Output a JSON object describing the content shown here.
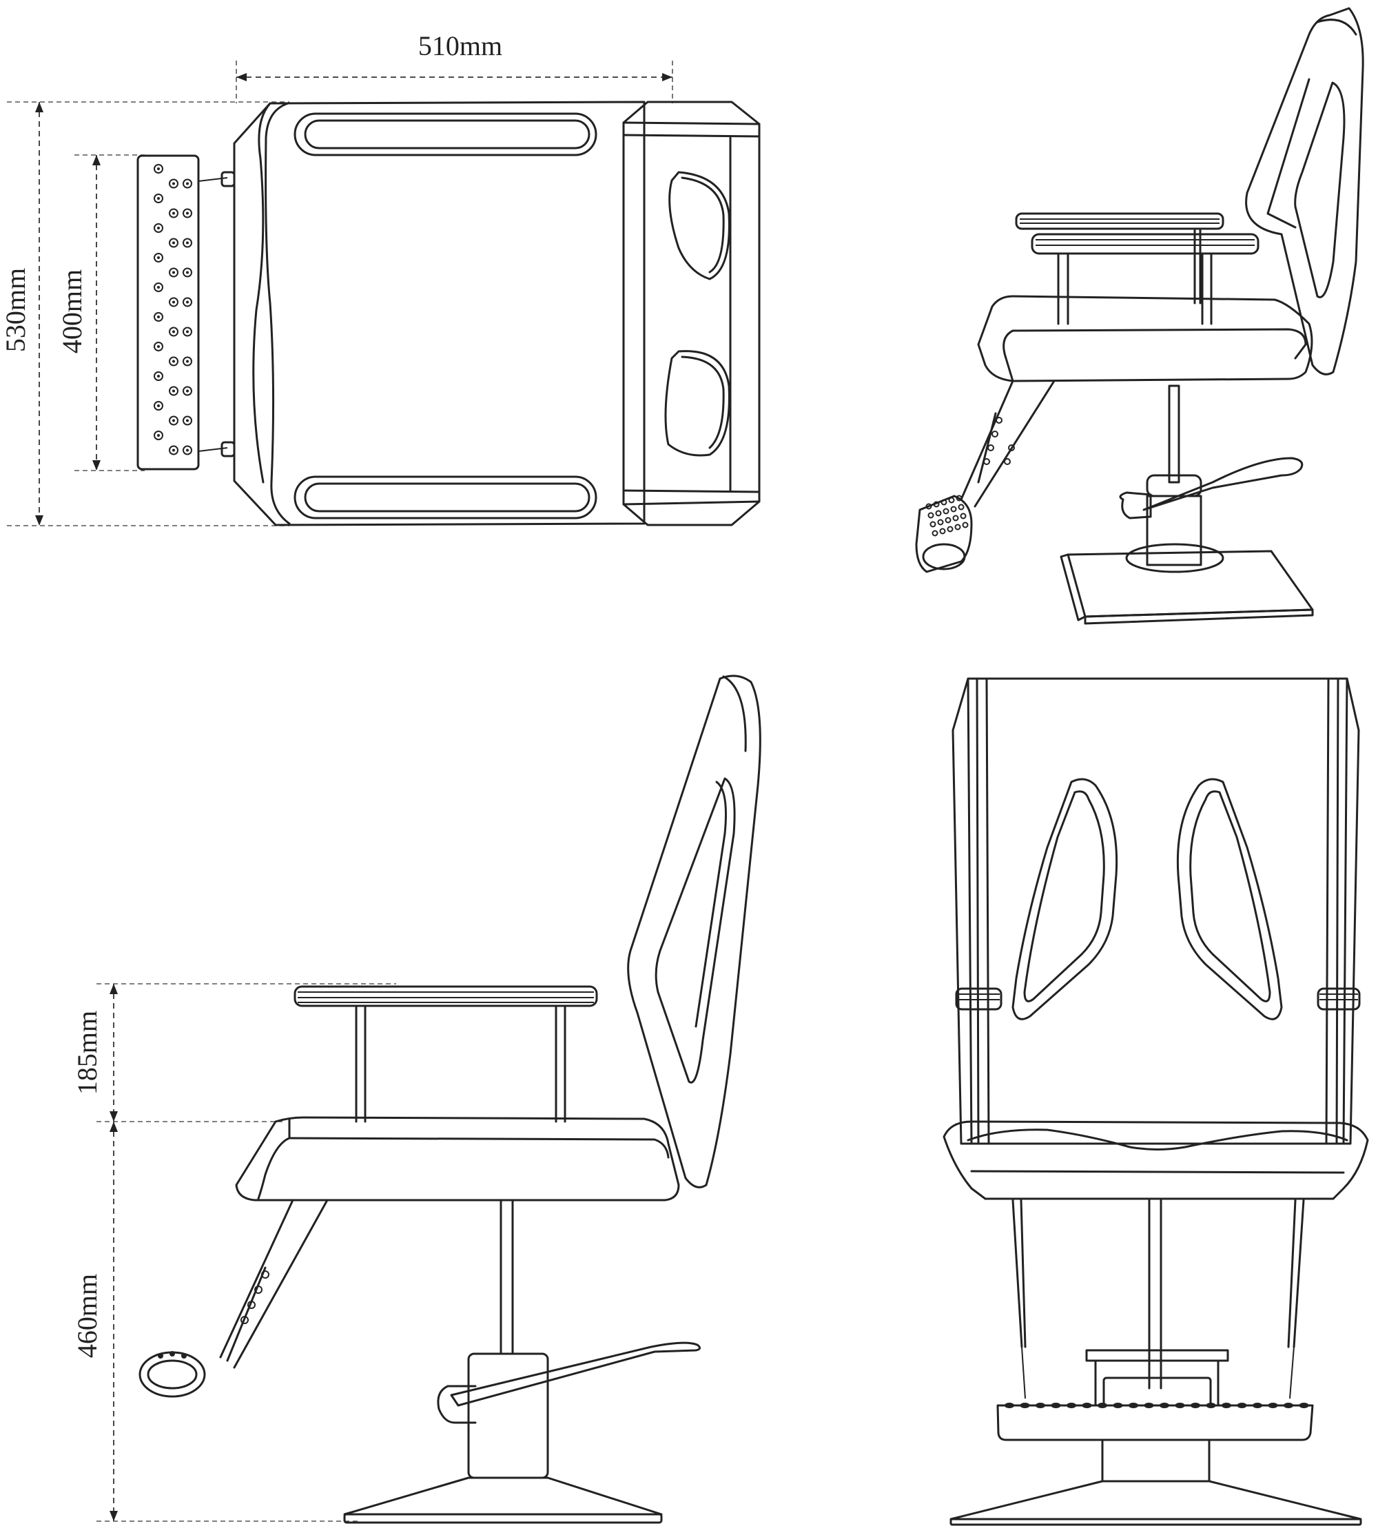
{
  "dimensions": {
    "top_width": "510mm",
    "top_depth": "530mm",
    "footrest_width": "400mm",
    "armrest_height": "185mm",
    "seat_height": "460mm"
  },
  "colors": {
    "line": "#222222",
    "background": "#ffffff"
  }
}
